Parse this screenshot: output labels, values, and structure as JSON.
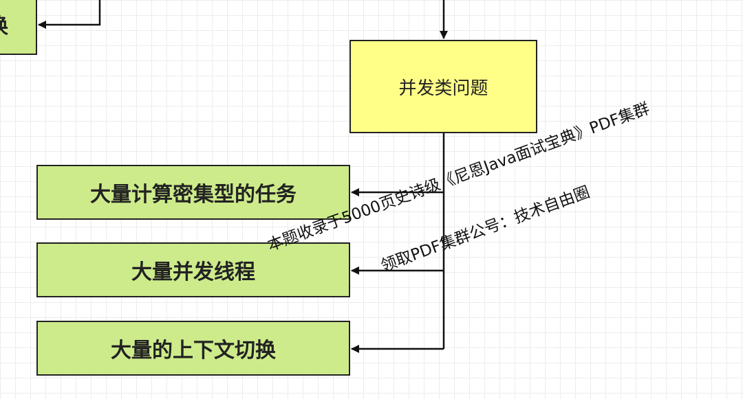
{
  "diagram": {
    "nodes": {
      "top_left_fragment": "换",
      "concurrency_issues": "并发类问题",
      "compute_intensive": "大量计算密集型的任务",
      "concurrent_threads": "大量并发线程",
      "context_switching": "大量的上下文切换"
    },
    "colors": {
      "yellow_fill": "#ffff88",
      "green_fill": "#cdeb8b",
      "stroke": "#222222"
    }
  },
  "watermark": {
    "line1": "本题收录于5000页史诗级《尼恩Java面试宝典》PDF集群",
    "line2": "领取PDF集群公号：技术自由圈"
  }
}
